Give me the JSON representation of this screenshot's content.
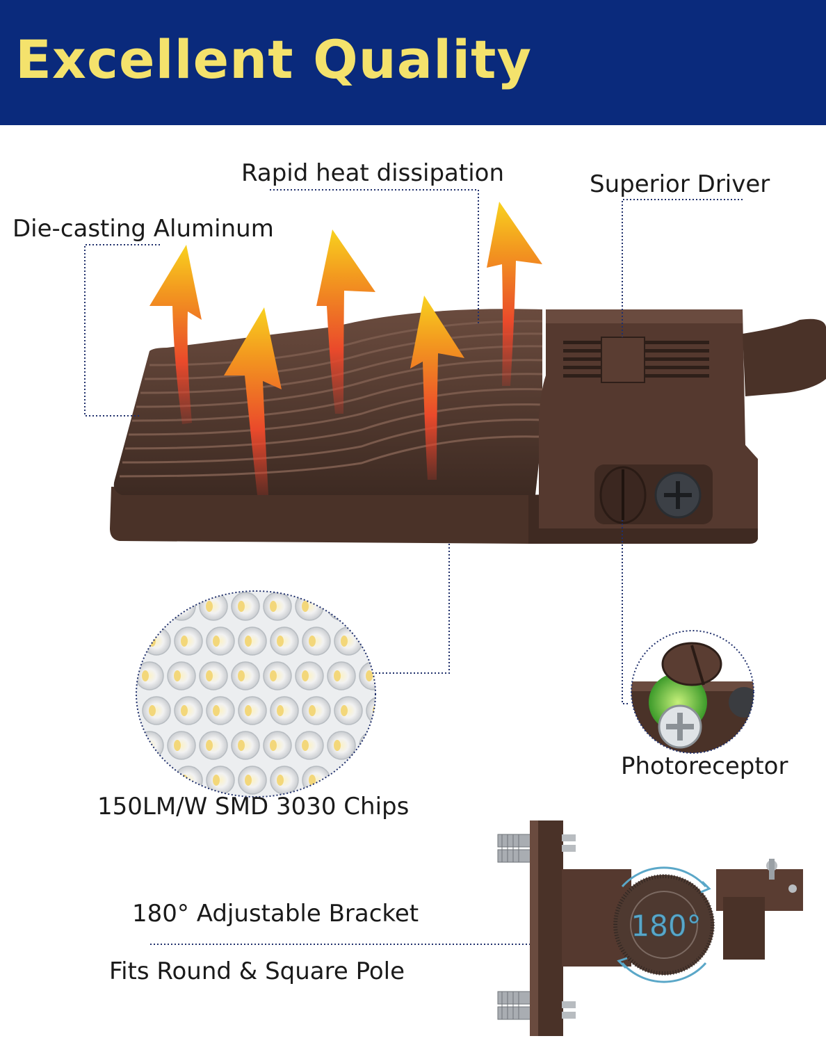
{
  "banner": {
    "title": "Excellent Quality",
    "background_color": "#0a2a7c",
    "text_color": "#f4e26c"
  },
  "callouts": {
    "die_casting": "Die-casting Aluminum",
    "heat_dissipation": "Rapid heat dissipation",
    "driver": "Superior Driver",
    "photoreceptor": "Photoreceptor",
    "chips": "150LM/W SMD 3030 Chips",
    "bracket": "180° Adjustable Bracket",
    "pole": "Fits Round & Square Pole"
  },
  "bracket_dial": "180°",
  "colors": {
    "housing": "#4a332a",
    "leader_line": "#1f2f6b",
    "heat_arrow_top": "#f6c21a",
    "heat_arrow_bottom": "#e8452a",
    "dial_accent": "#5aa7c8"
  },
  "icons": [
    "heat-arrow-icon",
    "photocell-icon",
    "screw-icon",
    "rotation-arrow-icon"
  ]
}
